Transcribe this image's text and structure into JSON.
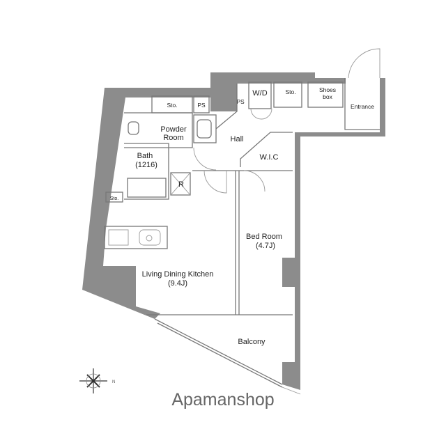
{
  "floorplan": {
    "rooms": {
      "sto_top": "Sto.",
      "ps_left": "PS",
      "ps_right": "PS",
      "wd": "W/D",
      "sto_hall": "Sto.",
      "shoes_line1": "Shoes",
      "shoes_line2": "box",
      "entrance": "Entrance",
      "powder_line1": "Powder",
      "powder_line2": "Room",
      "hall": "Hall",
      "bath_line1": "Bath",
      "bath_line2": "(1216)",
      "wic": "W.I.C",
      "r": "R",
      "sto_small": "Sto.",
      "bed_line1": "Bed Room",
      "bed_line2": "(4.7J)",
      "ldk_line1": "Living Dining Kitchen",
      "ldk_line2": "(9.4J)",
      "balcony": "Balcony"
    },
    "logo": "Apamanshop",
    "compass": "N"
  }
}
